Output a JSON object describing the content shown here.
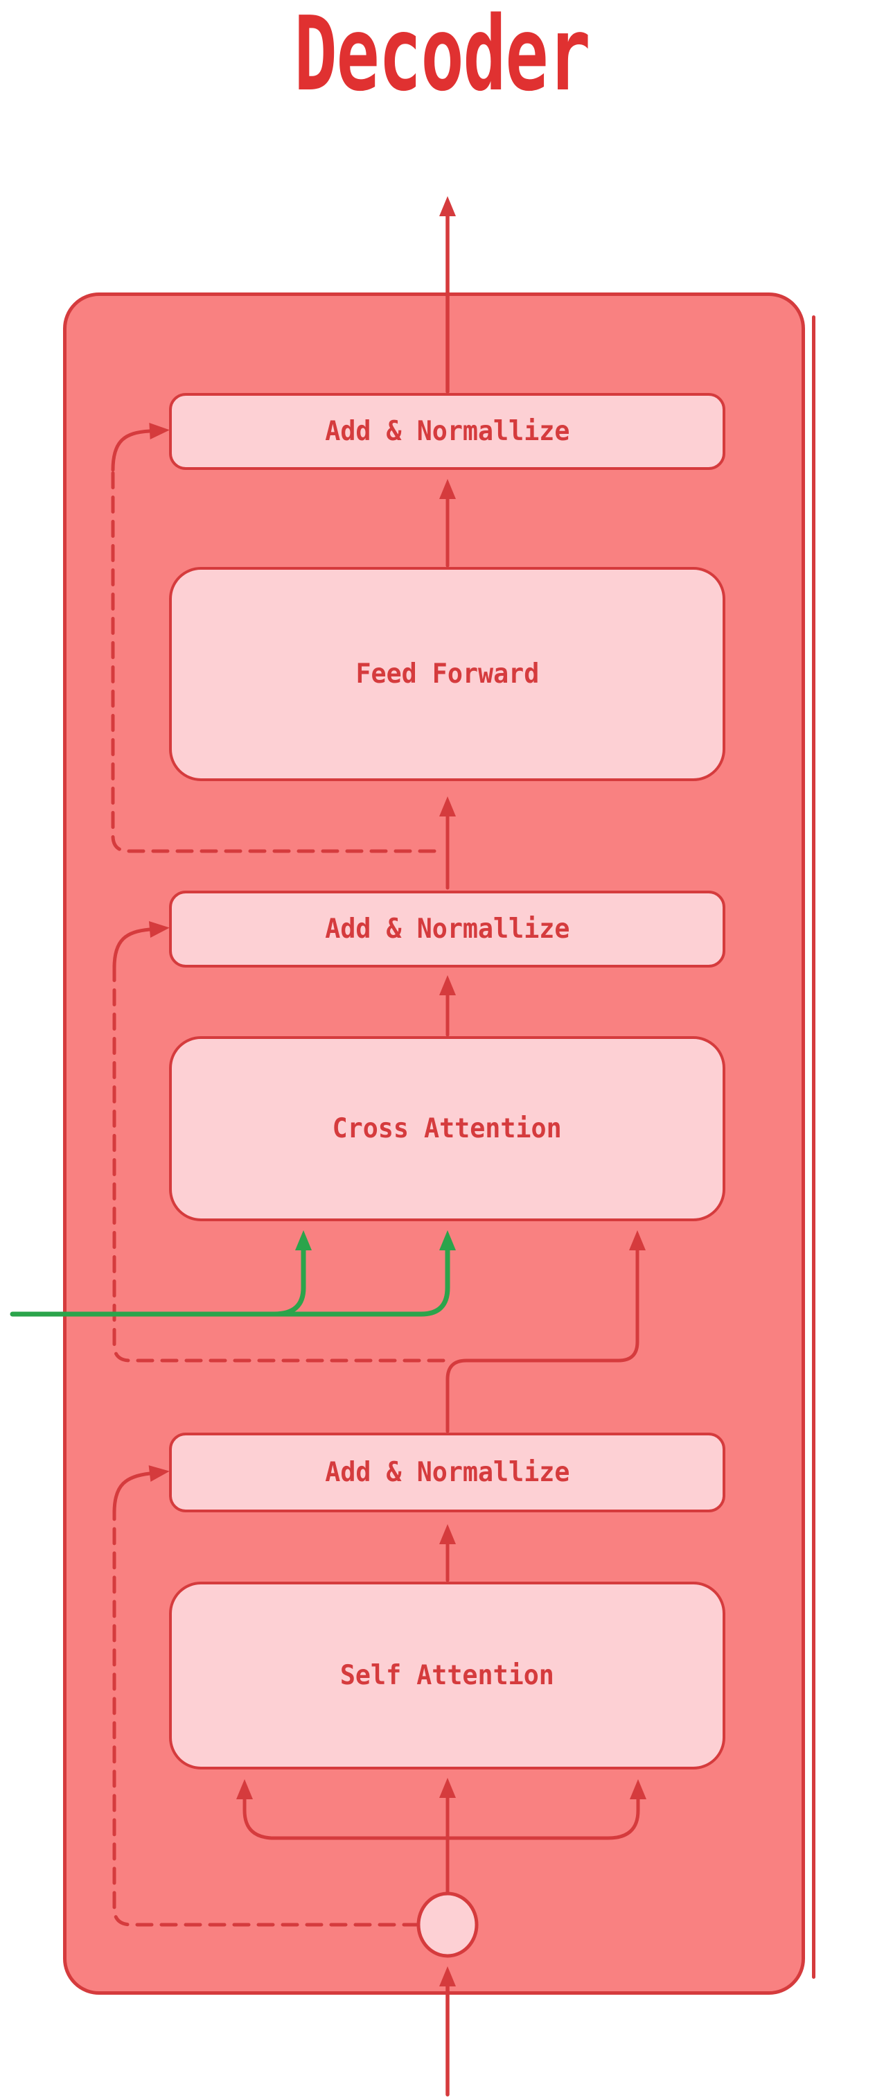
{
  "title": "Decoder",
  "blocks": {
    "add_norm_top": {
      "label": "Add & Normallize"
    },
    "feed_forward": {
      "label": "Feed Forward"
    },
    "add_norm_middle": {
      "label": "Add & Normallize"
    },
    "cross_attention": {
      "label": "Cross Attention"
    },
    "add_norm_bottom": {
      "label": "Add & Normallize"
    },
    "self_attention": {
      "label": "Self Attention"
    }
  },
  "colors": {
    "container_fill": "#f98181",
    "block_fill": "#fdd0d4",
    "stroke_red": "#d53b3d",
    "title_red": "#e03131",
    "encoder_green": "#2ba44b"
  }
}
